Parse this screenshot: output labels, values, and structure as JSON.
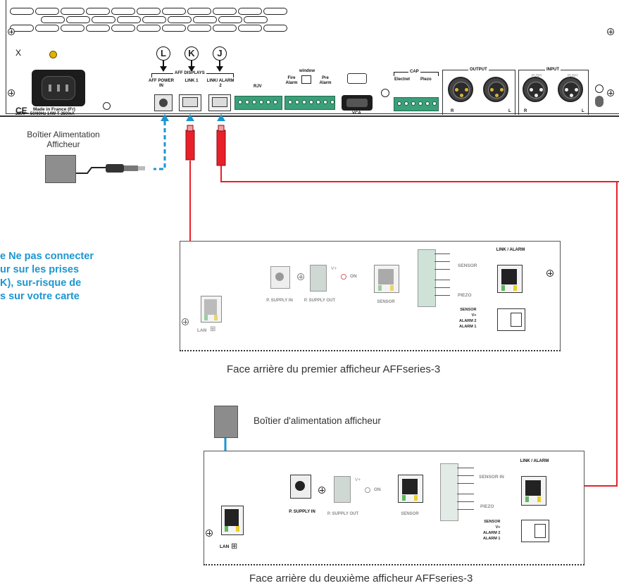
{
  "rack": {
    "markings": {
      "ce_text": "Made in France (Fr)",
      "power_rating": "230V ~ 50/60Hz  14W T 250mA",
      "weee_symbol": "X"
    },
    "callouts": {
      "L": "L",
      "K": "K",
      "J": "J",
      "group_label": "AFF DISPLAYS"
    },
    "ports": {
      "aff_power_in": "AFF POWER IN",
      "link1": "LINK 1",
      "link2_alarm2": "LINK/ ALARM 2",
      "rjv": "RJV",
      "window": "window",
      "fire_alarm": "Fire Alarm",
      "pre_alarm": "Pre Alarm",
      "vca": "VCA",
      "cap": "CAP",
      "electret": "Electret",
      "piezo": "Piezo",
      "output": "OUTPUT",
      "input": "INPUT",
      "r": "R",
      "l": "L",
      "push": "PUSH"
    }
  },
  "labels": {
    "power_box_top": "Boîtier Alimentation Afficheur",
    "power_box_second": "Boîtier d'alimentation afficheur"
  },
  "warning_note": {
    "line1": "e Ne pas connecter",
    "line2": "ur sur les prises",
    "line3": "K), sur-risque de",
    "line4": "s sur votre carte"
  },
  "panel1": {
    "caption": "Face arrière du premier afficheur AFFseries-3",
    "p_supply_in": "P. SUPPLY IN",
    "p_supply_out": "P. SUPPLY OUT",
    "sensor_port": "SENSOR",
    "v_plus": "V+",
    "on": "ON",
    "sensor_tag": "SENSOR",
    "piezo_tag": "PIEZO",
    "link_alarm": "LINK / ALARM",
    "lan": "LAN",
    "pinout": [
      "SENSOR",
      "V+",
      "ALARM 2",
      "ALARM 1"
    ]
  },
  "panel2": {
    "caption": "Face arrière du deuxième afficheur AFFseries-3",
    "p_supply_in": "P. SUPPLY IN",
    "p_supply_out": "P. SUPPLY OUT",
    "sensor_port": "SENSOR",
    "v_plus": "V+",
    "on": "ON",
    "sensor_in": "SENSOR IN",
    "piezo_tag": "PIEZO",
    "link_alarm": "LINK / ALARM",
    "lan": "LAN",
    "pinout": [
      "SENSOR",
      "V+",
      "ALARM 2",
      "ALARM 1"
    ]
  },
  "colors": {
    "cable_red": "#e8202a",
    "cable_blue": "#1b96d1",
    "note_blue": "#1b96d1",
    "terminal_green": "#3aa07a"
  },
  "icons": [
    "ce-mark-icon",
    "weee-bin-icon",
    "network-icon",
    "screw-icon",
    "dc-plug-icon",
    "rj45-plug-icon"
  ]
}
